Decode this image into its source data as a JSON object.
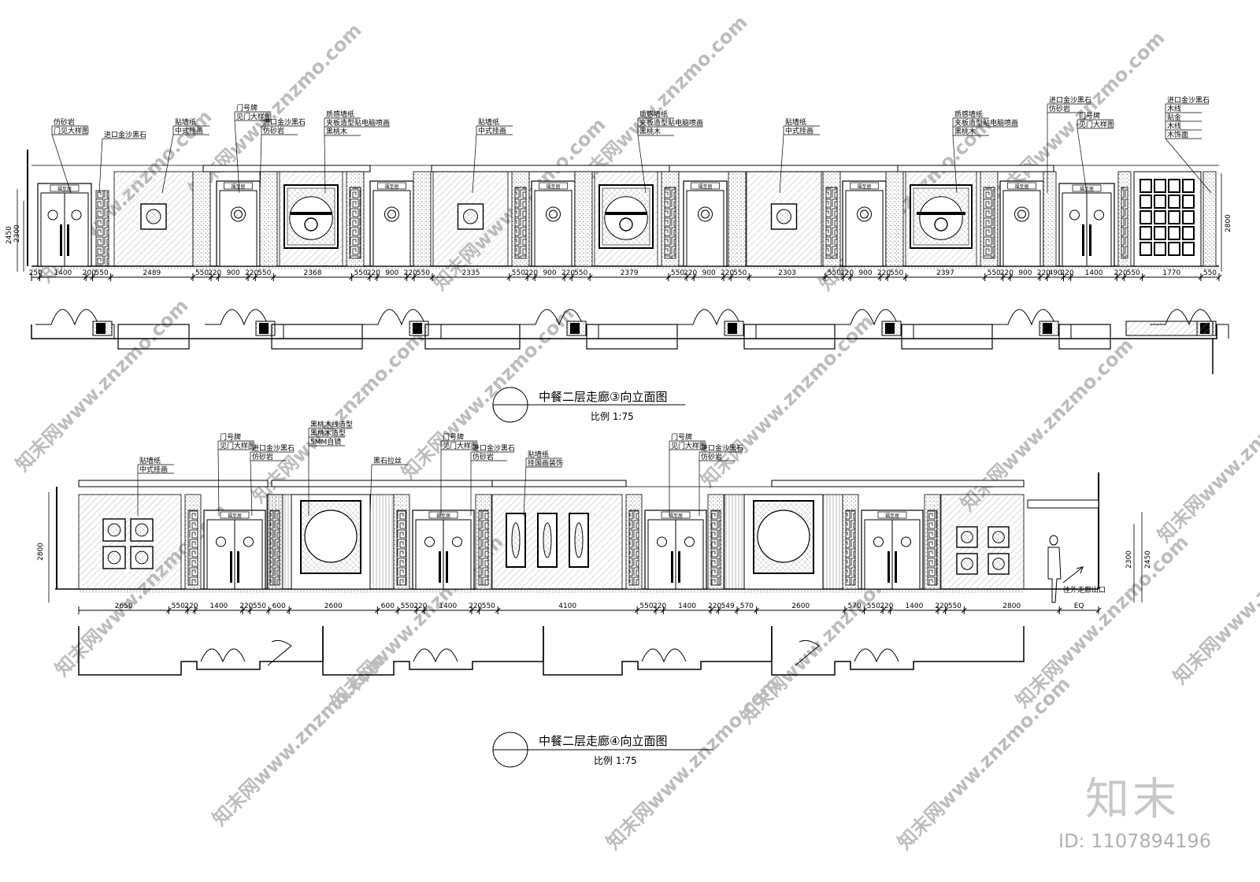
{
  "elevation3": {
    "title": "中餐二层走廊③向立面图",
    "scale": "比例 1:75",
    "height_dims": [
      "2450",
      "2300",
      "2800"
    ],
    "dimensions": [
      "250",
      "1400",
      "200",
      "550",
      "2489",
      "550",
      "220",
      "900",
      "220",
      "550",
      "2368",
      "550",
      "220",
      "900",
      "220",
      "550",
      "2335",
      "550",
      "220",
      "900",
      "220",
      "550",
      "2379",
      "550",
      "220",
      "900",
      "220",
      "550",
      "2303",
      "550",
      "220",
      "900",
      "220",
      "550",
      "2397",
      "550",
      "220",
      "900",
      "220",
      "490",
      "220",
      "1400",
      "220",
      "550",
      "1770",
      "550"
    ],
    "labels": [
      {
        "lines": [
          "仿砂岩",
          "门见大样图"
        ]
      },
      {
        "lines": [
          "进口金沙黑石"
        ]
      },
      {
        "lines": [
          "贴墙纸",
          "中式挂画"
        ]
      },
      {
        "lines": [
          "门号牌",
          "见门大样图"
        ]
      },
      {
        "lines": [
          "进口金沙黑石",
          "仿砂岩"
        ]
      },
      {
        "lines": [
          "质感墙纸",
          "夹板造型贴电脑喷画",
          "黑桃木"
        ]
      },
      {
        "lines": [
          "贴墙纸",
          "中式挂画"
        ]
      },
      {
        "lines": [
          "质感墙纸",
          "夹板造型贴电脑喷画",
          "黑桃木"
        ]
      },
      {
        "lines": [
          "贴墙纸",
          "中式挂画"
        ]
      },
      {
        "lines": [
          "质感墙纸",
          "夹板造型贴电脑喷画",
          "黑桃木"
        ]
      },
      {
        "lines": [
          "进口金沙黑石",
          "仿砂岩"
        ]
      },
      {
        "lines": [
          "门号牌",
          "见门大样图"
        ]
      },
      {
        "lines": [
          "进口金沙黑石",
          "木线",
          "贴金",
          "木线",
          "木饰面"
        ]
      }
    ]
  },
  "elevation4": {
    "title": "中餐二层走廊④向立面图",
    "scale": "比例 1:75",
    "height_dims": [
      "2800",
      "2300",
      "2450"
    ],
    "dimensions": [
      "2650",
      "550",
      "220",
      "1400",
      "220",
      "550",
      "600",
      "2600",
      "600",
      "550",
      "220",
      "1400",
      "220",
      "550",
      "4100",
      "550",
      "220",
      "1400",
      "220",
      "549",
      "570",
      "2600",
      "570",
      "550",
      "220",
      "1400",
      "220",
      "550",
      "2800",
      "EQ"
    ],
    "labels": [
      {
        "lines": [
          "贴墙纸",
          "中式挂画"
        ]
      },
      {
        "lines": [
          "门号牌",
          "见门大样图"
        ]
      },
      {
        "lines": [
          "进口金沙黑石",
          "仿砂岩"
        ]
      },
      {
        "lines": [
          "黑桃木线造型",
          "黑桃木造型",
          "5MM自镜"
        ]
      },
      {
        "lines": [
          "黑石拉丝"
        ]
      },
      {
        "lines": [
          "门号牌",
          "见门大样图"
        ]
      },
      {
        "lines": [
          "进口金沙黑石",
          "仿砂岩"
        ]
      },
      {
        "lines": [
          "贴墙纸",
          "挂国画装饰"
        ]
      },
      {
        "lines": [
          "门号牌",
          "见门大样图"
        ]
      },
      {
        "lines": [
          "进口金沙黑石",
          "仿砂岩"
        ]
      }
    ],
    "exit_note": "往外走廊出口"
  },
  "door_plaque": "福至居",
  "watermark": "www.znzmo.com",
  "watermark_cn": "知末网",
  "brand": "知末",
  "id_text": "ID: 1107894196"
}
